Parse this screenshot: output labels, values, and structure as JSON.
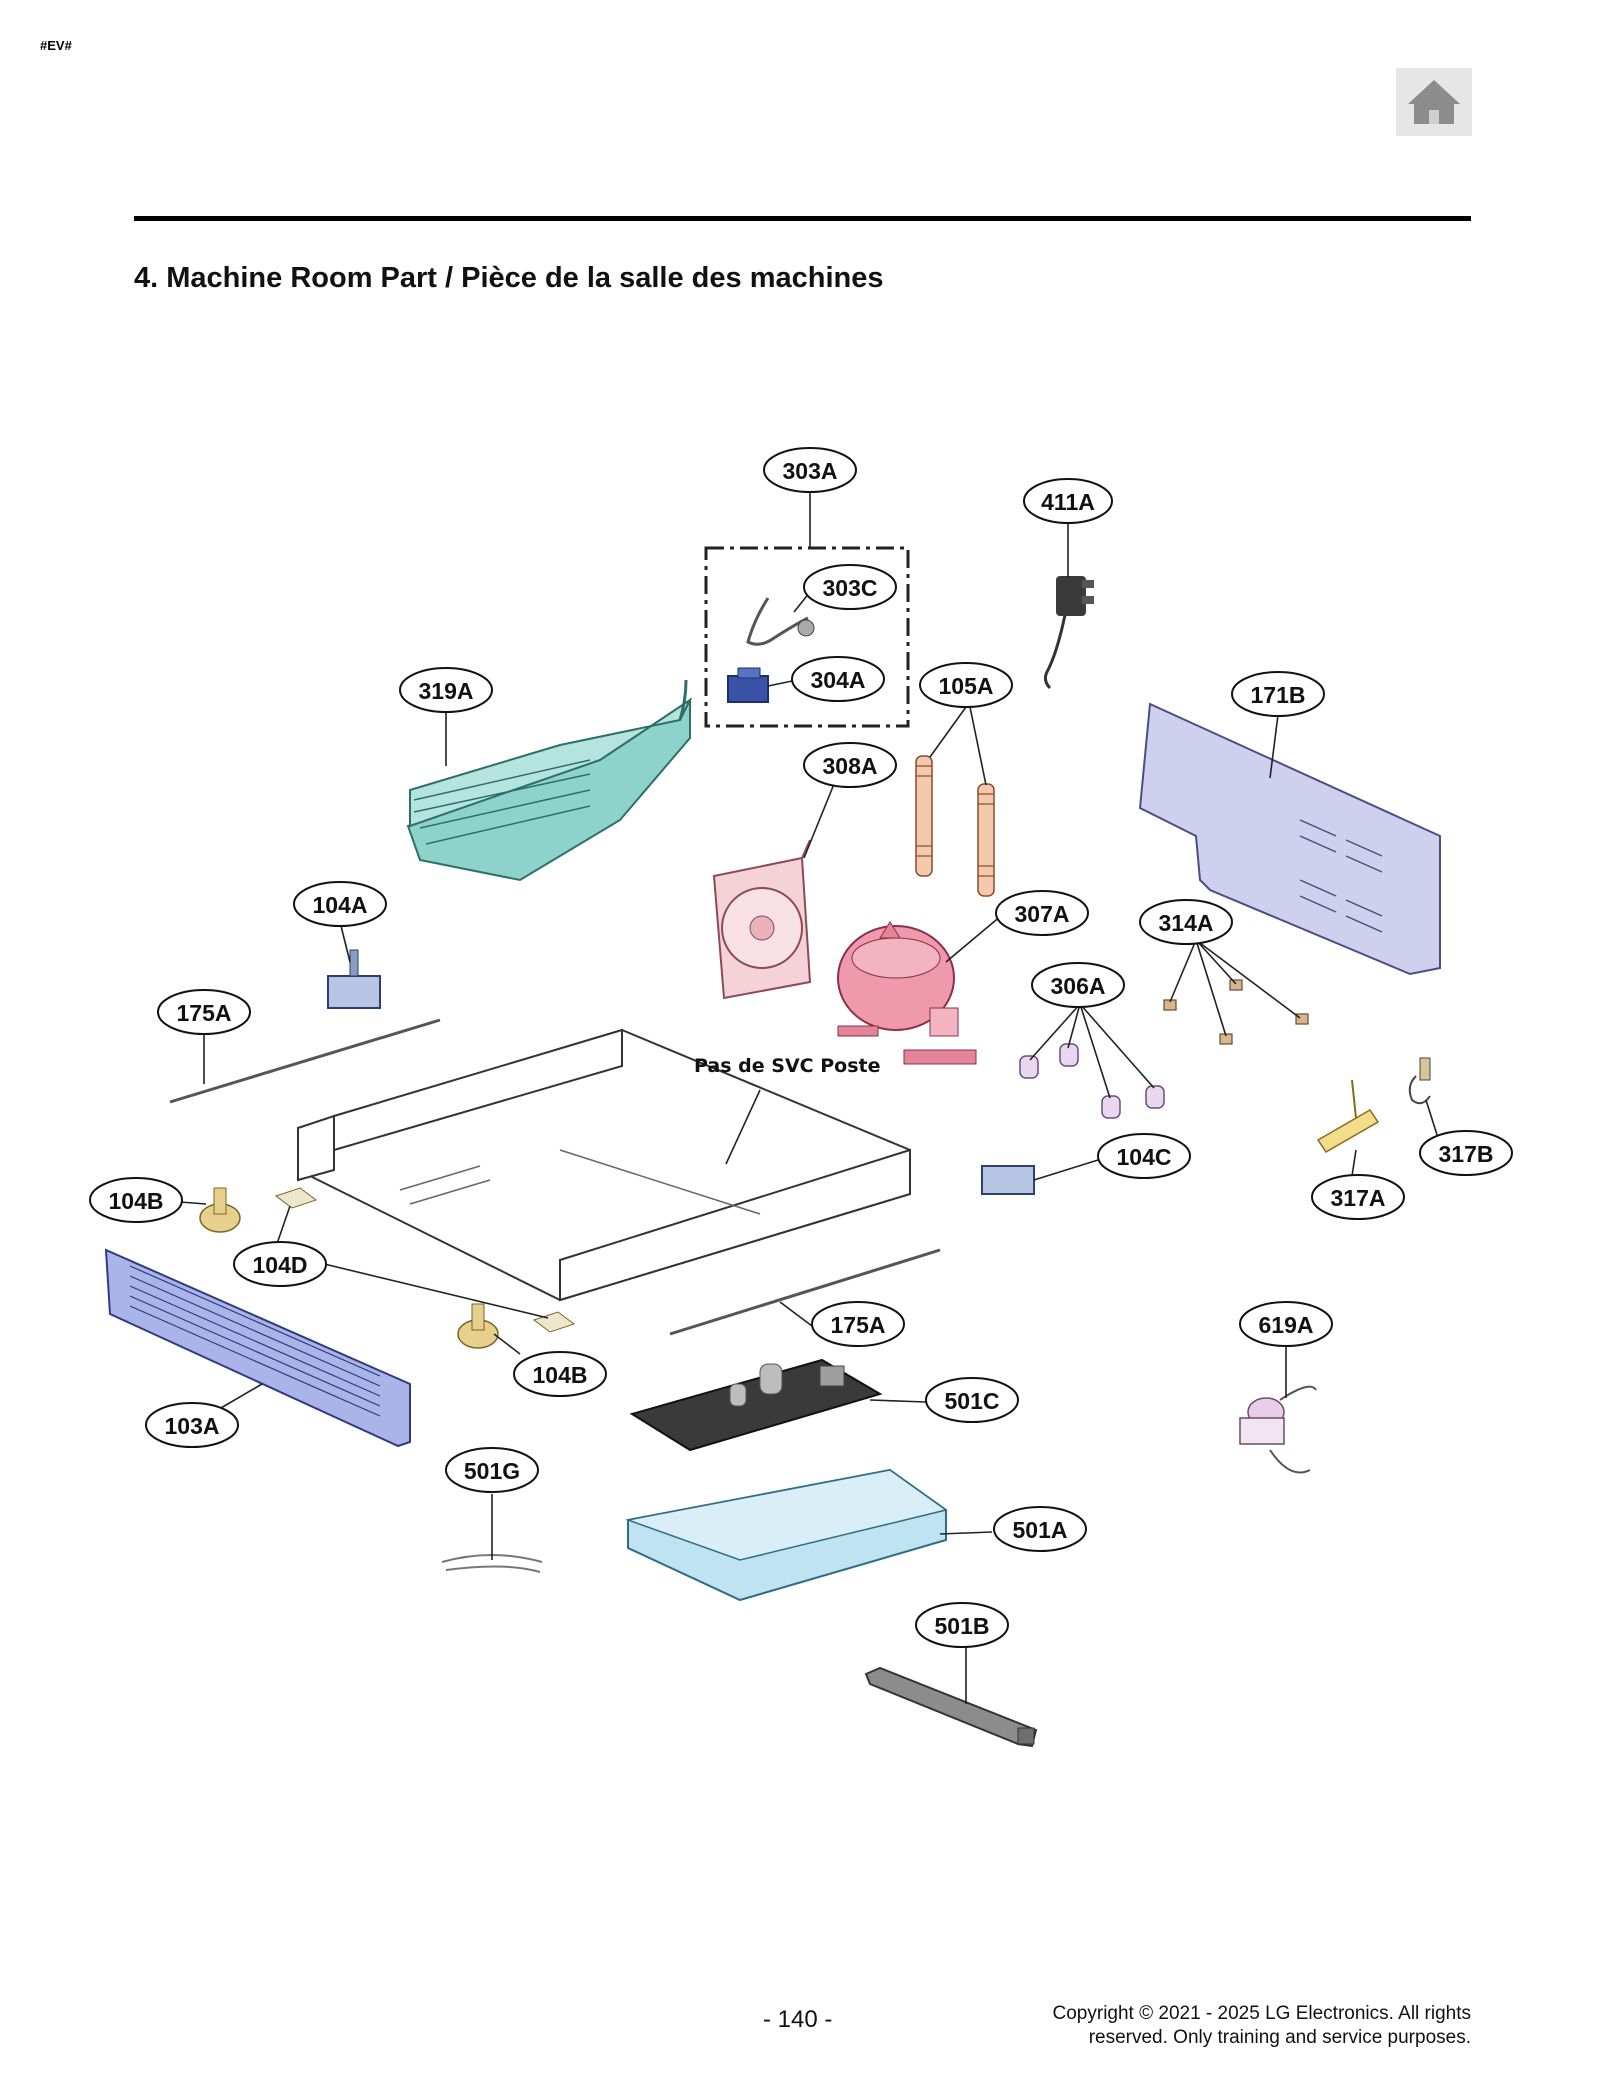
{
  "header": {
    "tag": "#EV#",
    "home_icon": "home-icon",
    "title": "4. Machine Room Part / Pièce de la salle des machines"
  },
  "diagram": {
    "note": "Pas de SVC Poste",
    "callouts": {
      "c303A": "303A",
      "c411A": "411A",
      "c303C": "303C",
      "c304A": "304A",
      "c319A": "319A",
      "c105A": "105A",
      "c171B": "171B",
      "c308A": "308A",
      "c104A": "104A",
      "c307A": "307A",
      "c314A": "314A",
      "c306A": "306A",
      "c175A_top": "175A",
      "c104C": "104C",
      "c317B": "317B",
      "c317A": "317A",
      "c104B_left": "104B",
      "c104D": "104D",
      "c175A_bottom": "175A",
      "c619A": "619A",
      "c104B_bottom": "104B",
      "c501C": "501C",
      "c103A": "103A",
      "c501G": "501G",
      "c501A": "501A",
      "c501B": "501B"
    }
  },
  "footer": {
    "page": "- 140 -",
    "copyright_line1": "Copyright © 2021 - 2025 LG Electronics. All rights",
    "copyright_line2": "reserved. Only training and service purposes."
  }
}
